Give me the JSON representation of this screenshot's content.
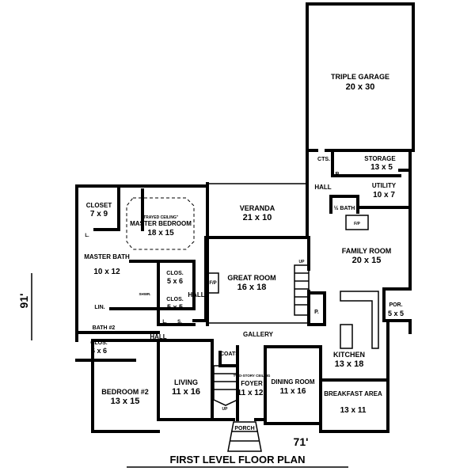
{
  "plan": {
    "title": "FIRST LEVEL FLOOR PLAN",
    "width_dim": "71'",
    "depth_dim": "91'",
    "rooms": [
      {
        "name": "TRIPLE GARAGE",
        "size": "20 x 30"
      },
      {
        "name": "STORAGE",
        "size": "13 x 5"
      },
      {
        "name": "CTS.",
        "size": ""
      },
      {
        "name": "B.",
        "size": ""
      },
      {
        "name": "HALL",
        "size": ""
      },
      {
        "name": "UTILITY",
        "size": "10 x 7"
      },
      {
        "name": "½ BATH",
        "size": ""
      },
      {
        "name": "VERANDA",
        "size": "21 x 10"
      },
      {
        "name": "CLOSET",
        "size": "7 x 9"
      },
      {
        "name": "MASTER BEDROOM",
        "size": "18 x 15",
        "note": "\"TRAYED CEILING\""
      },
      {
        "name": "MASTER BATH",
        "size": "10 x 12"
      },
      {
        "name": "CLOS.",
        "size": "5 x 6"
      },
      {
        "name": "CLOS.",
        "size": "5 x 5"
      },
      {
        "name": "HALL",
        "size": ""
      },
      {
        "name": "GREAT ROOM",
        "size": "16 x 18"
      },
      {
        "name": "FAMILY ROOM",
        "size": "20 x 15"
      },
      {
        "name": "POR.",
        "size": "5 x 5"
      },
      {
        "name": "LIN.",
        "size": ""
      },
      {
        "name": "BATH #2",
        "size": ""
      },
      {
        "name": "CLOS.",
        "size": "6 x 6"
      },
      {
        "name": "HALL",
        "size": ""
      },
      {
        "name": "GALLERY",
        "size": ""
      },
      {
        "name": "KITCHEN",
        "size": "13 x 18"
      },
      {
        "name": "COATS",
        "size": ""
      },
      {
        "name": "LIVING",
        "size": "11 x 16"
      },
      {
        "name": "FOYER",
        "size": "11 x 12",
        "note": "TWO-STORY CEILING"
      },
      {
        "name": "DINING ROOM",
        "size": "11 x 16"
      },
      {
        "name": "BEDROOM #2",
        "size": "13 x 15"
      },
      {
        "name": "BREAKFAST AREA",
        "size": "13 x 11"
      },
      {
        "name": "PORCH",
        "size": ""
      }
    ],
    "small_labels": {
      "fp": "F/P",
      "up": "UP",
      "l": "L.",
      "s": "S.",
      "p": "P.",
      "shwr": "SHWR."
    }
  }
}
